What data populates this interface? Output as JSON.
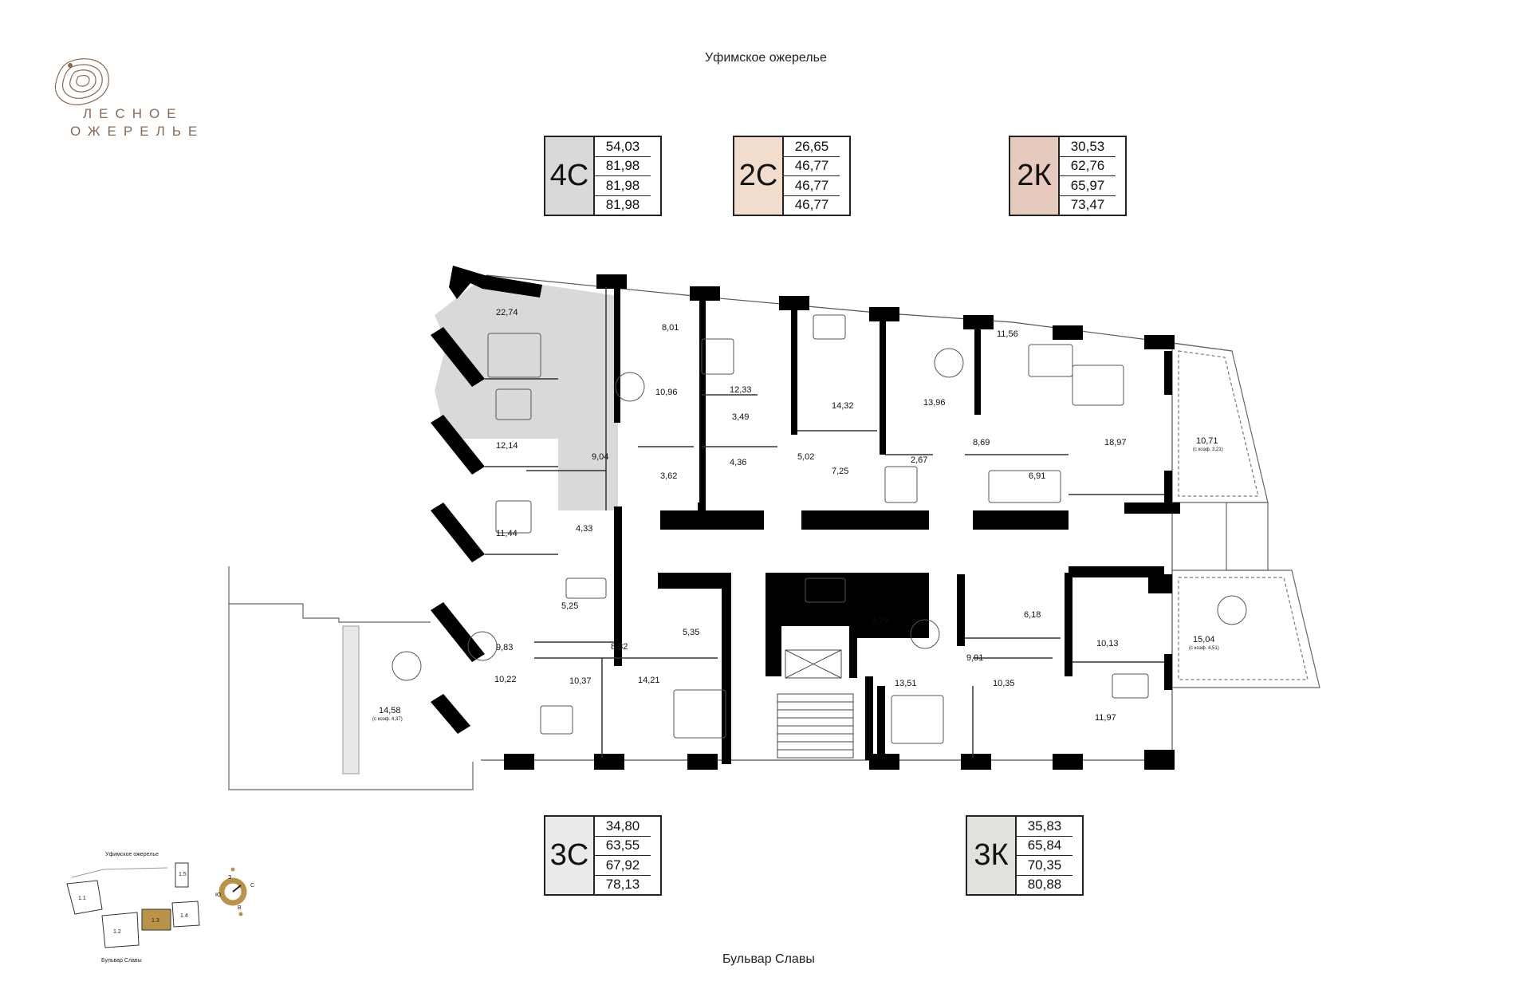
{
  "street_top": "Уфимское ожерелье",
  "street_bottom": "Бульвар Славы",
  "logo": {
    "line1": "ЛЕСНОЕ",
    "line2": "ОЖЕРЕЛЬЕ"
  },
  "colors": {
    "4C": "#d9d9d9",
    "2C": "#f2dccd",
    "2K": "#e6cabd",
    "3C": "#e9ebe9",
    "3K": "#dfe2dd",
    "gold": "#b99447",
    "walls": "#000000"
  },
  "apartments": {
    "a4c": {
      "code": "4С",
      "values": [
        "54,03",
        "81,98",
        "81,98",
        "81,98"
      ]
    },
    "a2c": {
      "code": "2С",
      "values": [
        "26,65",
        "46,77",
        "46,77",
        "46,77"
      ]
    },
    "a2k": {
      "code": "2К",
      "values": [
        "30,53",
        "62,76",
        "65,97",
        "73,47"
      ]
    },
    "a3c": {
      "code": "3С",
      "values": [
        "34,80",
        "63,55",
        "67,92",
        "78,13"
      ]
    },
    "a3k": {
      "code": "3К",
      "values": [
        "35,83",
        "65,84",
        "70,35",
        "80,88"
      ]
    }
  },
  "rooms": {
    "r1": "22,74",
    "r2": "8,01",
    "r3": "10,96",
    "r4": "12,14",
    "r5": "9,04",
    "r6": "3,62",
    "r7": "11,44",
    "r8": "4,33",
    "r9": "12,33",
    "r10": "3,49",
    "r11": "4,36",
    "r12": "5,02",
    "r13": "14,32",
    "r14": "7,25",
    "r15": "13,96",
    "r16": "2,67",
    "r17": "11,56",
    "r18": "8,69",
    "r19": "6,91",
    "r20": "18,97",
    "r21": "10,71",
    "r21n": "(с коэф. 3,21)",
    "r22": "9,83",
    "r23": "5,25",
    "r24": "8,32",
    "r25": "5,35",
    "r26": "10,22",
    "r27": "10,37",
    "r28": "14,21",
    "r29": "14,58",
    "r29n": "(с коэф. 4,37)",
    "r30": "3,79",
    "r31": "6,18",
    "r32": "9,91",
    "r33": "10,13",
    "r34": "15,04",
    "r34n": "(с коэф. 4,51)",
    "r35": "13,51",
    "r36": "10,35",
    "r37": "11,97"
  },
  "minimap": {
    "street_top": "Уфимское ожерелье",
    "street_bottom": "Бульвар Славы",
    "buildings": [
      "1.1",
      "1.2",
      "1.3",
      "1.4",
      "1.5"
    ],
    "compass": {
      "w": "З",
      "n": "С",
      "s": "Ю",
      "e": "В"
    }
  }
}
